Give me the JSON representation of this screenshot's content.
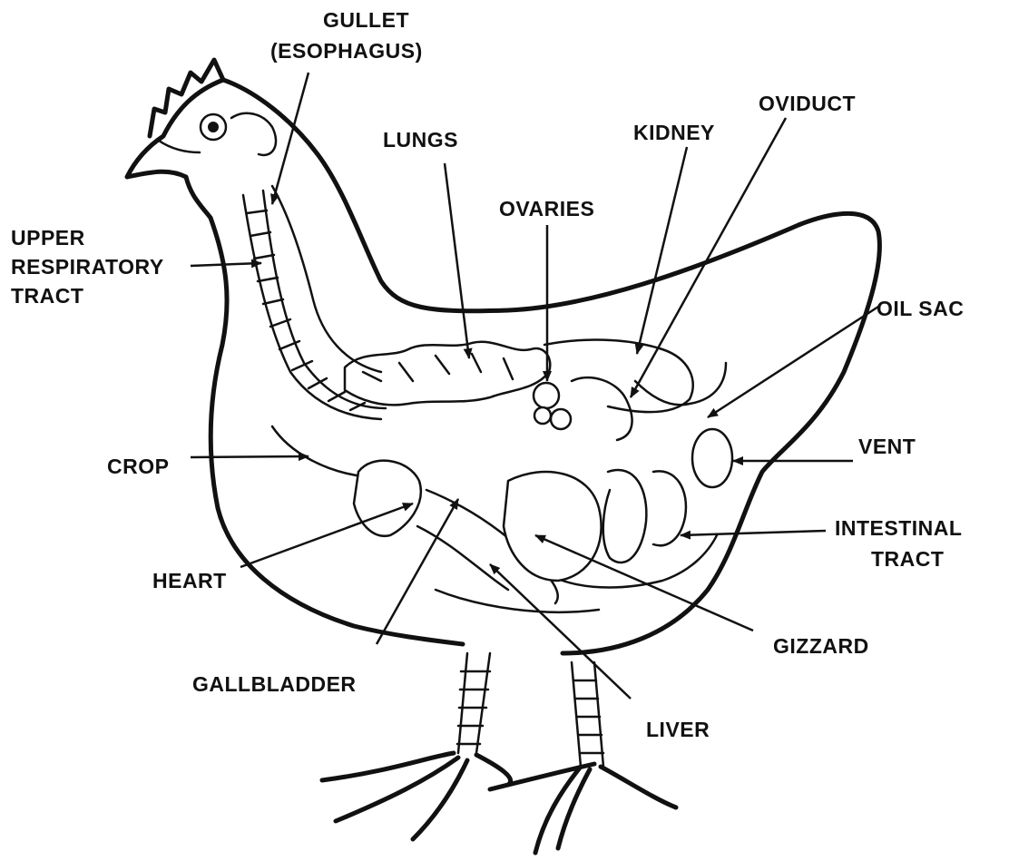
{
  "diagram": {
    "labels": {
      "gullet": "GULLET",
      "esophagus": "(ESOPHAGUS)",
      "lungs": "LUNGS",
      "kidney": "KIDNEY",
      "oviduct": "OVIDUCT",
      "ovaries": "OVARIES",
      "upper": "UPPER",
      "respiratory": "RESPIRATORY",
      "tract1": "TRACT",
      "oil_sac": "OIL SAC",
      "crop": "CROP",
      "vent": "VENT",
      "intestinal": "INTESTINAL",
      "tract2": "TRACT",
      "heart": "HEART",
      "gizzard": "GIZZARD",
      "gallbladder": "GALLBLADDER",
      "liver": "LIVER"
    },
    "colors": {
      "ink": "#111111",
      "paper": "#ffffff"
    }
  }
}
